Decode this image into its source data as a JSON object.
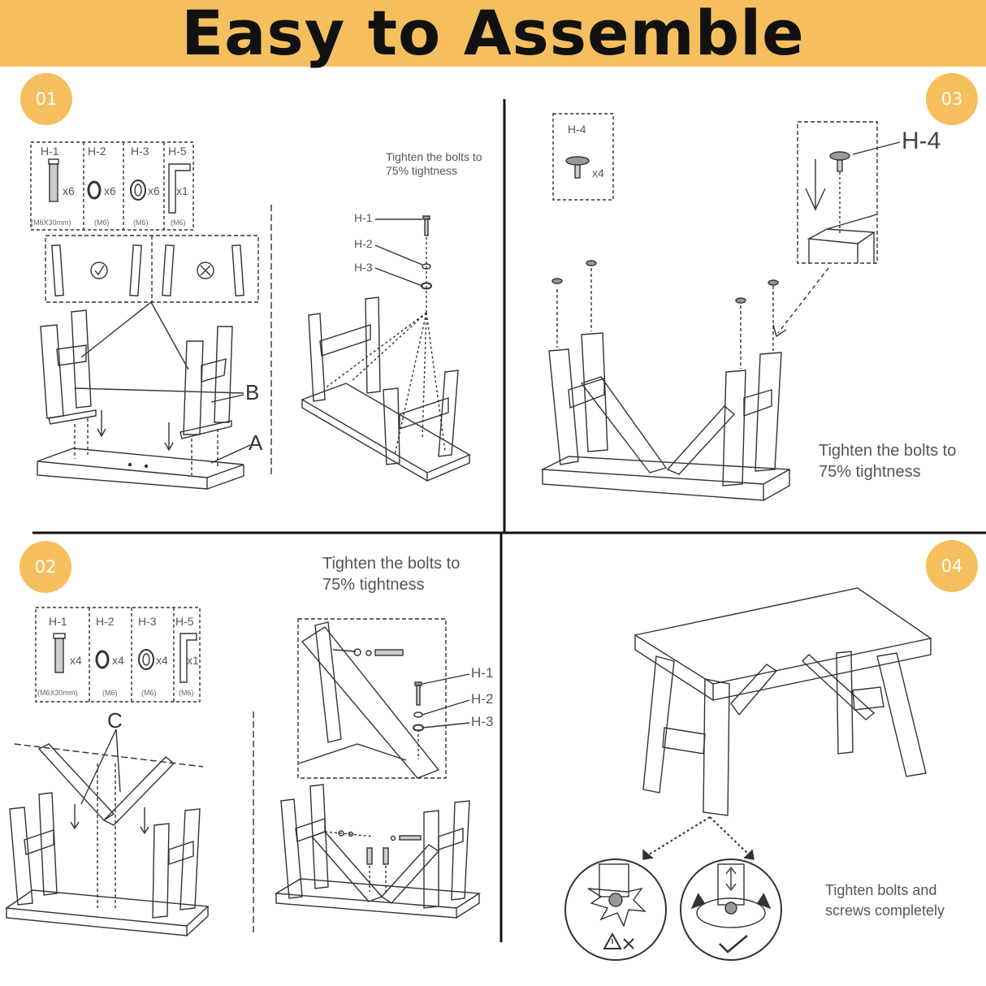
{
  "title": "Easy to Assemble",
  "accent_color": "#f6bf5d",
  "steps": [
    {
      "number": "01",
      "hardware": [
        {
          "code": "H-1",
          "qty": "x6",
          "spec": "(M6X30mm)"
        },
        {
          "code": "H-2",
          "qty": "x6",
          "spec": "(M6)"
        },
        {
          "code": "H-3",
          "qty": "x6",
          "spec": "(M6)"
        },
        {
          "code": "H-5",
          "qty": "x1",
          "spec": "(M6)"
        }
      ],
      "part_labels": [
        "B",
        "A"
      ],
      "callouts": [
        "H-1",
        "H-2",
        "H-3"
      ],
      "instruction": "Tighten the bolts to 75% tightness",
      "instruction_lines": [
        "Tighten the bolts to",
        "75% tightness"
      ]
    },
    {
      "number": "02",
      "hardware": [
        {
          "code": "H-1",
          "qty": "x4",
          "spec": "(M6X30mm)"
        },
        {
          "code": "H-2",
          "qty": "x4",
          "spec": "(M6)"
        },
        {
          "code": "H-3",
          "qty": "x4",
          "spec": "(M6)"
        },
        {
          "code": "H-5",
          "qty": "x1",
          "spec": "(M6)"
        }
      ],
      "part_labels": [
        "C"
      ],
      "callouts": [
        "H-1",
        "H-2",
        "H-3"
      ],
      "instruction": "Tighten the bolts to 75% tightness",
      "instruction_lines": [
        "Tighten the bolts to",
        "75% tightness"
      ]
    },
    {
      "number": "03",
      "hardware": [
        {
          "code": "H-4",
          "qty": "x4"
        }
      ],
      "callouts": [
        "H-4"
      ],
      "instruction_lines": [
        "Tighten the bolts to",
        "75% tightness"
      ]
    },
    {
      "number": "04",
      "instruction_lines": [
        "Tighten bolts and",
        "screws completely"
      ]
    }
  ],
  "icons": [
    "bolt-icon",
    "lock-washer-icon",
    "flat-washer-icon",
    "hex-key-icon",
    "foot-pad-icon",
    "check-icon",
    "cross-icon",
    "warning-icon"
  ]
}
